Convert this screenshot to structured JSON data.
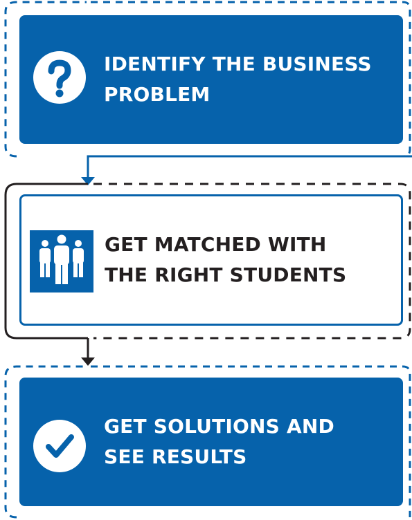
{
  "steps": [
    {
      "line1": "IDENTIFY THE BUSINESS",
      "line2": "PROBLEM",
      "icon": "question-mark-icon",
      "style": "filled"
    },
    {
      "line1": "GET MATCHED WITH",
      "line2": "THE RIGHT STUDENTS",
      "icon": "people-group-icon",
      "style": "outlined"
    },
    {
      "line1": "GET SOLUTIONS AND",
      "line2": "SEE RESULTS",
      "icon": "check-mark-icon",
      "style": "filled"
    }
  ],
  "colors": {
    "primary_blue": "#0662ab",
    "dark_text": "#231f20",
    "connector_blue": "#0662ab",
    "connector_dark": "#231f20",
    "background": "#ffffff"
  }
}
